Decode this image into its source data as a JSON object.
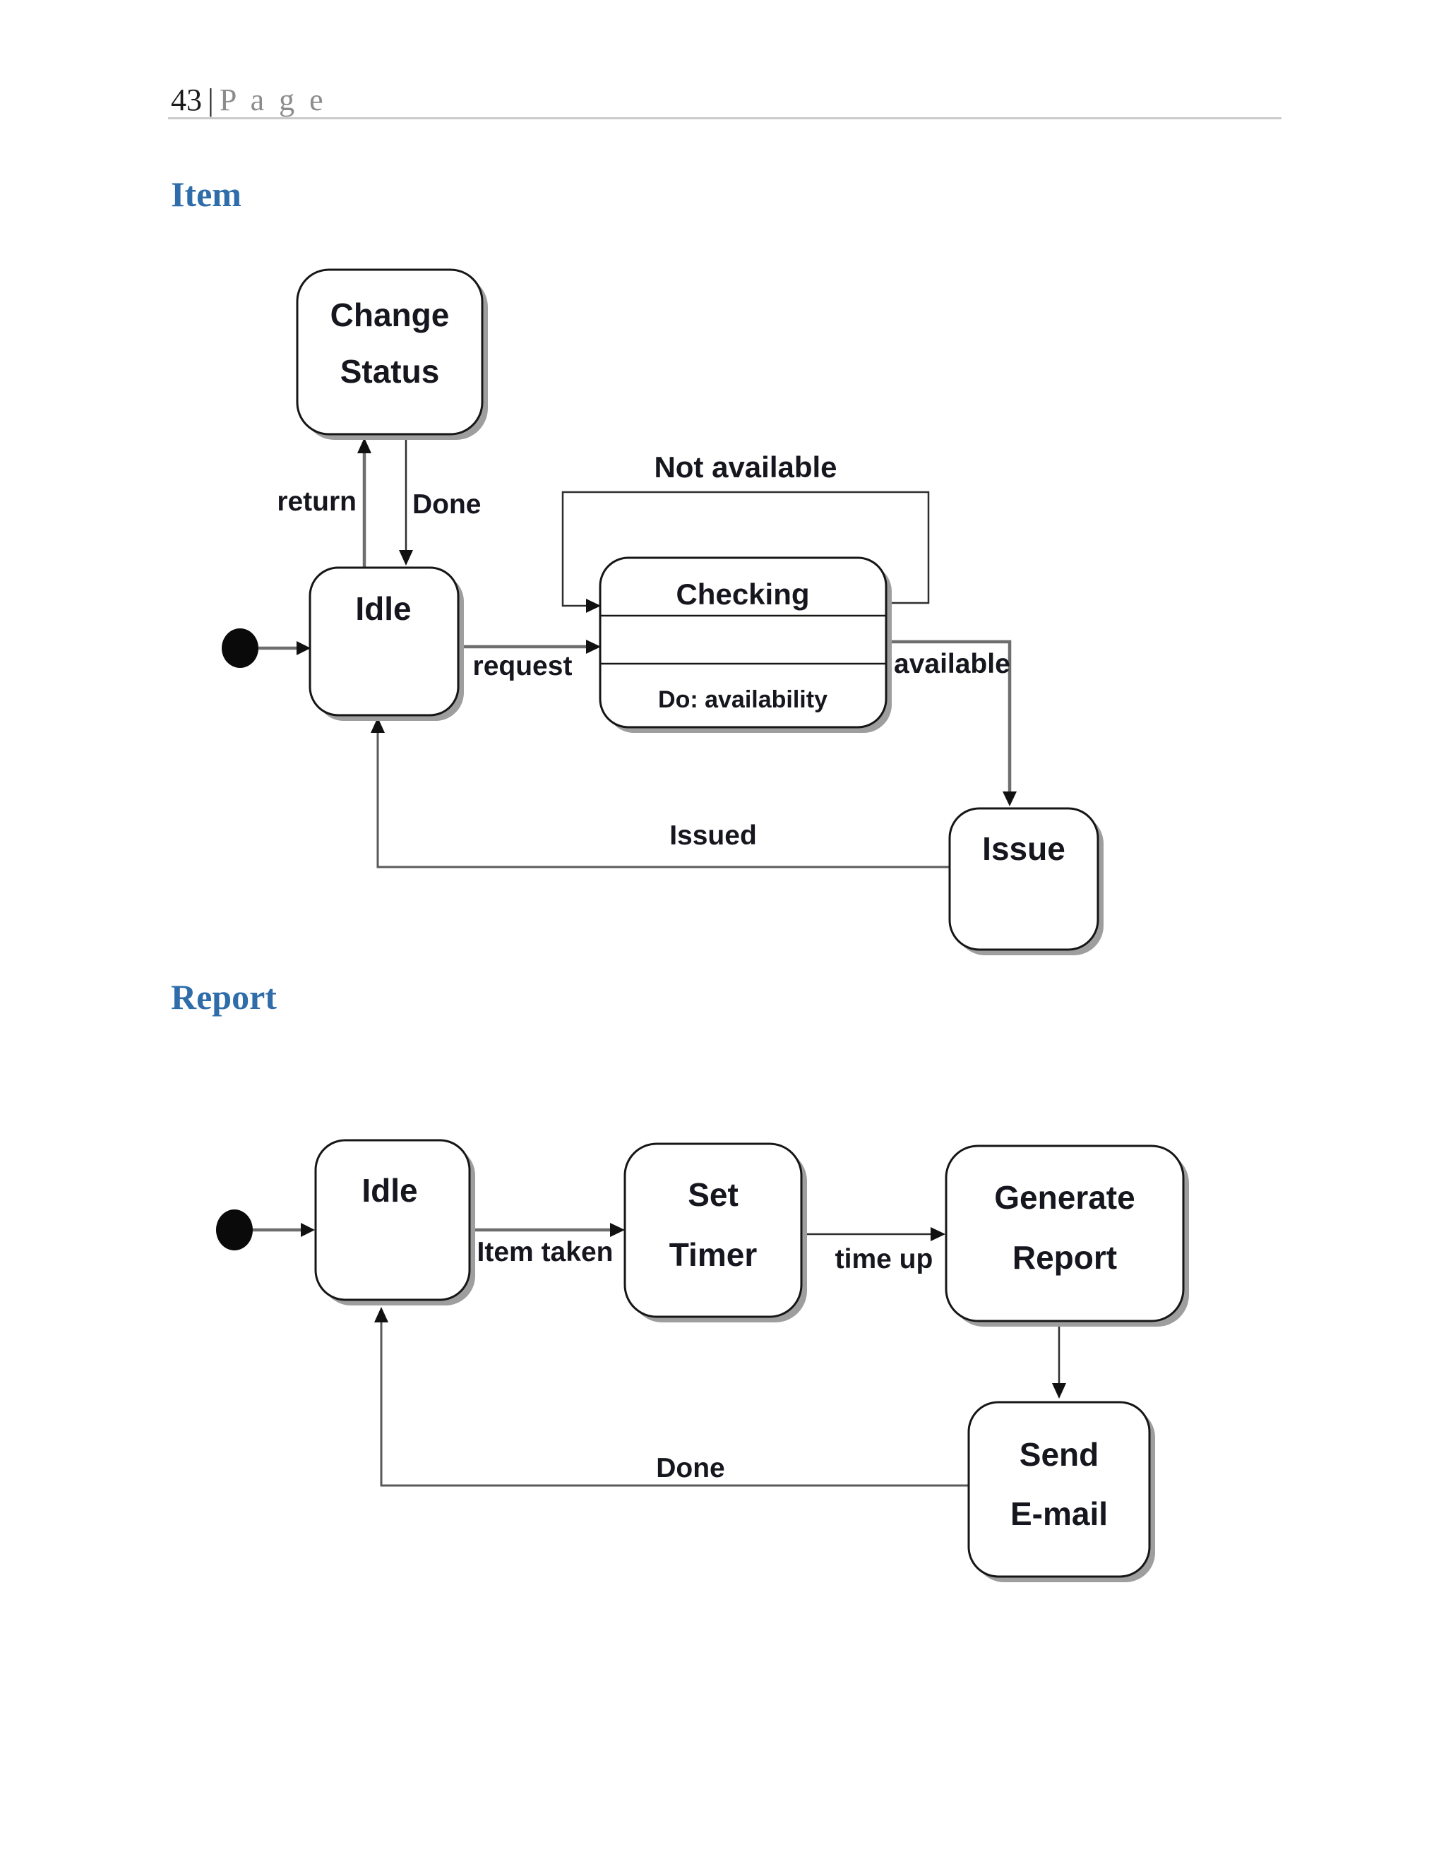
{
  "header": {
    "page_number": "43",
    "separator": "|",
    "page_word": "P a g e"
  },
  "headings": {
    "item": "Item",
    "report": "Report"
  },
  "colors": {
    "heading_blue": "#2E6DA9",
    "header_gray": "#8c8c8c",
    "box_border": "#161616",
    "box_shadow": "#9e9e9e",
    "connector_gray": "#6e6e6e",
    "text_dark": "#16161e"
  },
  "item_diagram": {
    "states": {
      "change_status": {
        "line1": "Change",
        "line2": "Status"
      },
      "idle": "Idle",
      "checking": {
        "title": "Checking",
        "do_activity": "Do: availability"
      },
      "issue": "Issue"
    },
    "transitions": {
      "return": "return",
      "done": "Done",
      "request": "request",
      "not_available": "Not available",
      "available": "available",
      "issued": "Issued"
    }
  },
  "report_diagram": {
    "states": {
      "idle": "Idle",
      "set_timer": {
        "line1": "Set",
        "line2": "Timer"
      },
      "generate_report": {
        "line1": "Generate",
        "line2": "Report"
      },
      "send_email": {
        "line1": "Send",
        "line2": "E-mail"
      }
    },
    "transitions": {
      "item_taken": "Item taken",
      "time_up": "time up",
      "done": "Done"
    }
  }
}
